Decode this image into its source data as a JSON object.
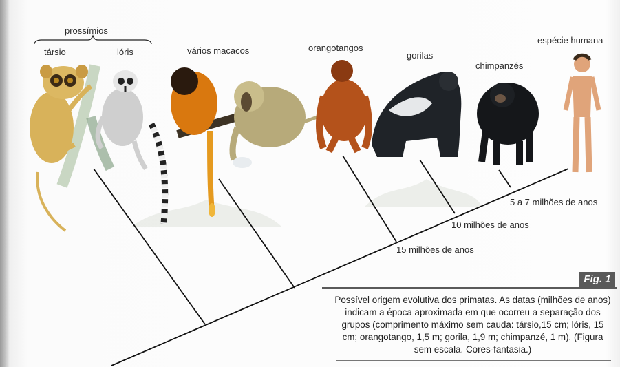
{
  "group_label": "prossímios",
  "species": [
    {
      "key": "tarsier",
      "label": "társio"
    },
    {
      "key": "loris",
      "label": "lóris"
    },
    {
      "key": "monkeys",
      "label": "vários macacos"
    },
    {
      "key": "orangutans",
      "label": "orangotangos"
    },
    {
      "key": "gorillas",
      "label": "gorilas"
    },
    {
      "key": "chimpanzees",
      "label": "chimpanzés"
    },
    {
      "key": "human",
      "label": "espécie humana"
    }
  ],
  "divergence_times": [
    {
      "label": "15 milhões de anos"
    },
    {
      "label": "10 milhões de anos"
    },
    {
      "label": "5 a 7 milhões de anos"
    }
  ],
  "figure_badge": "Fig. 1",
  "caption": "Possível origem evolutiva dos primatas. As datas (milhões de anos) indicam a época aproximada em que ocorreu a separação dos grupos (comprimento máximo sem cauda: társio,15 cm; lóris, 15 cm; orangotango, 1,5 m; gorila, 1,9 m; chimpanzé, 1 m). (Figura sem escala. Cores-fantasia.)",
  "colors": {
    "line": "#111111",
    "tarsier": "#d8b25a",
    "loris": "#cfcfcf",
    "golden_monkey": "#d9780f",
    "baboon": "#b7aa7a",
    "orangutan": "#b4521b",
    "gorilla": "#1f2328",
    "chimpanzee": "#15171a",
    "human": "#e0a47a",
    "badge_bg": "#5a5a5a"
  }
}
